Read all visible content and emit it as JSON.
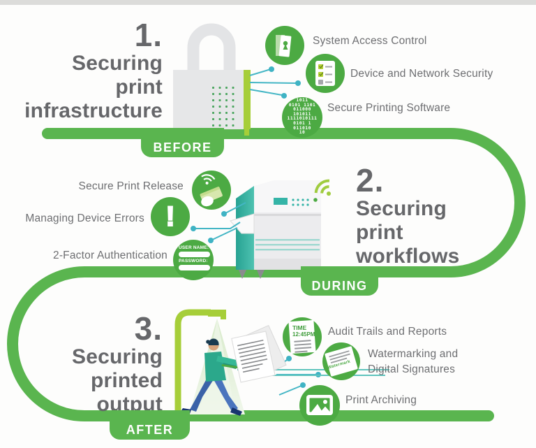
{
  "colors": {
    "track_green": "#5ab54f",
    "badge_green": "#4caa43",
    "lime_accent": "#a6ce39",
    "teal_accent": "#2fae9e",
    "connector_teal": "#44b6c5",
    "text_gray": "#6d6e71",
    "heading_gray": "#66676a"
  },
  "sections": [
    {
      "number": "1.",
      "title_lines": [
        "Securing",
        "print",
        "infrastructure"
      ],
      "stage_label": "BEFORE",
      "items": [
        {
          "label": "System Access Control",
          "icon": "door-keyhole-icon"
        },
        {
          "label": "Device and Network Security",
          "icon": "checklist-icon"
        },
        {
          "label": "Secure Printing Software",
          "icon": "binary-code-icon",
          "binary_rows": [
            "1011",
            "0101 1101",
            "011000",
            "101011",
            "1111010111",
            "0101 1",
            "011010",
            "10"
          ]
        }
      ]
    },
    {
      "number": "2.",
      "title_lines": [
        "Securing",
        "print",
        "workflows"
      ],
      "stage_label": "DURING",
      "items": [
        {
          "label": "Secure Print Release",
          "icon": "card-tap-wifi-icon"
        },
        {
          "label": "Managing Device Errors",
          "icon": "exclamation-icon",
          "glyph": "!"
        },
        {
          "label": "2-Factor Authentication",
          "icon": "login-form-icon",
          "fields": [
            {
              "name": "USER NAME:"
            },
            {
              "name": "PASSWORD:"
            }
          ]
        }
      ]
    },
    {
      "number": "3.",
      "title_lines": [
        "Securing",
        "printed",
        "output"
      ],
      "stage_label": "AFTER",
      "items": [
        {
          "label": "Audit Trails and Reports",
          "icon": "time-report-icon",
          "time_label": "TIME",
          "time_value": "12:45PM"
        },
        {
          "label_lines": [
            "Watermarking and",
            "Digital Signatures"
          ],
          "icon": "watermark-doc-icon",
          "watermark_text": "Watermark"
        },
        {
          "label": "Print Archiving",
          "icon": "photo-archive-icon"
        }
      ]
    }
  ]
}
